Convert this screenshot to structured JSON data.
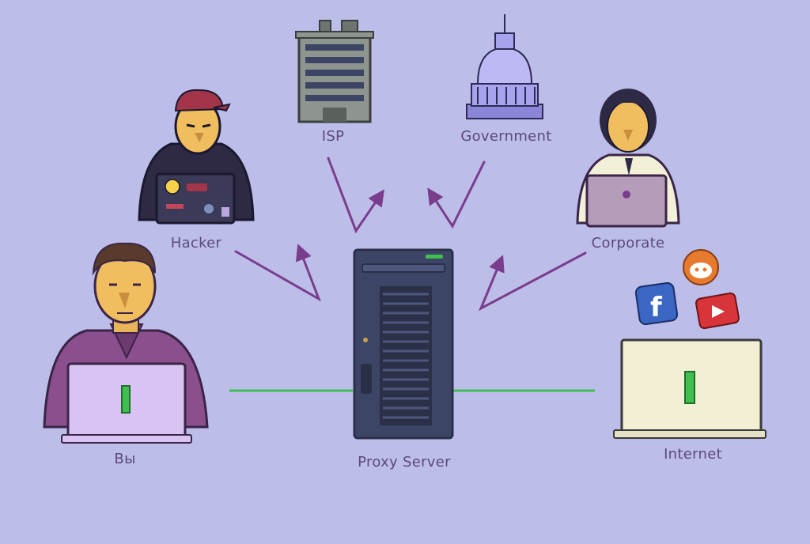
{
  "labels": {
    "you": "Вы",
    "proxy": "Proxy Server",
    "internet": "Internet",
    "hacker": "Hacker",
    "isp": "ISP",
    "government": "Government",
    "corporate": "Corporate"
  },
  "colors": {
    "background": "#bcbde9",
    "arrow": "#7a3d8c",
    "connection": "#3fbf4f",
    "label": "#5c4a7c",
    "server": "#3d4566"
  },
  "icons": [
    "facebook-icon",
    "reddit-icon",
    "youtube-icon"
  ]
}
